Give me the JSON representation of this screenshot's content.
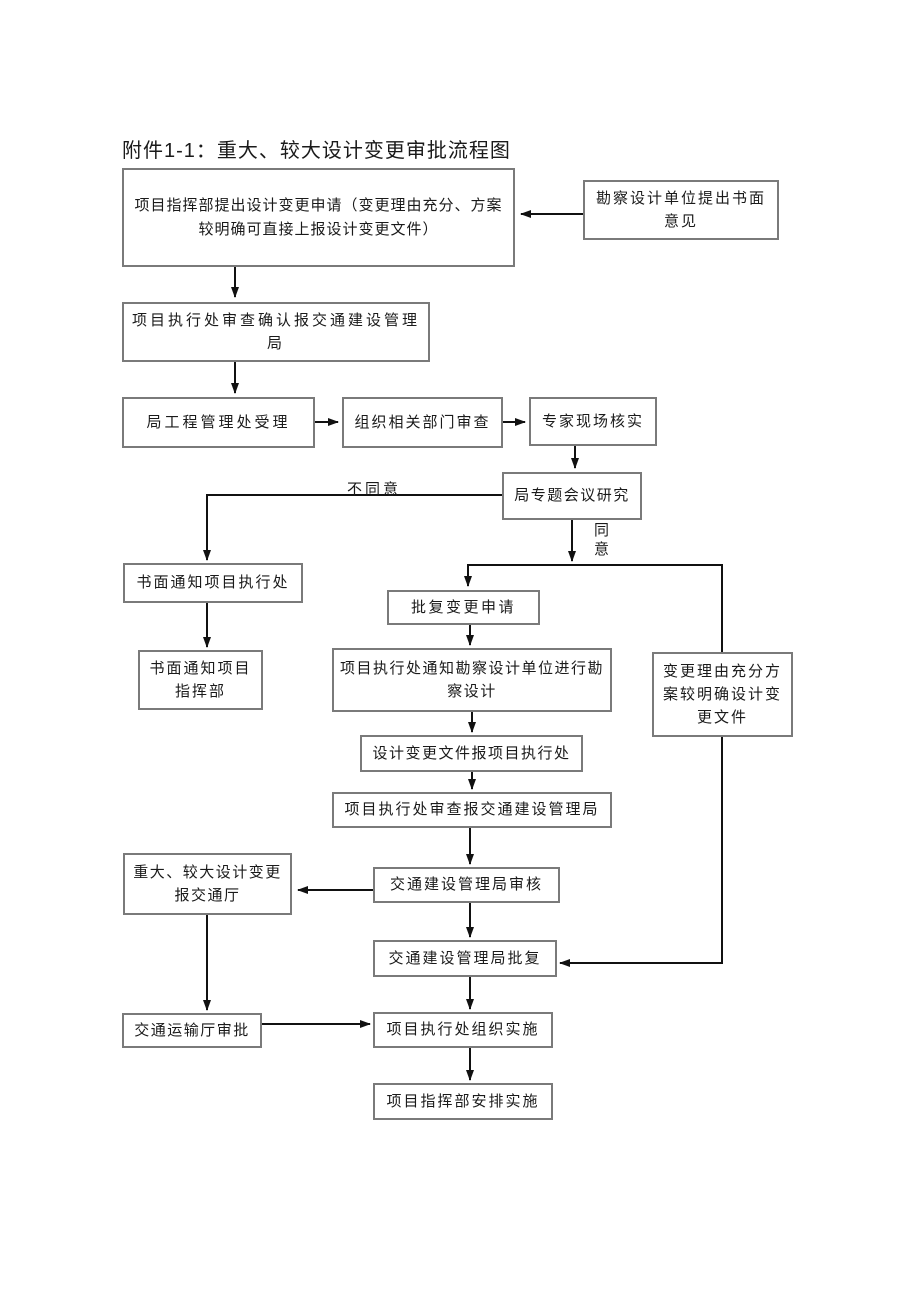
{
  "title": "附件1-1：重大、较大设计变更审批流程图",
  "nodes": {
    "apply": "项目指挥部提出设计变更申请（变更理由充分、方案较明确可直接上报设计变更文件）",
    "survey_opinion": "勘察设计单位提出书面意见",
    "exec_confirm": "项目执行处审查确认报交通建设管理局",
    "bureau_accept": "局工程管理处受理",
    "org_review": "组织相关部门审查",
    "expert_verify": "专家现场核实",
    "meeting": "局专题会议研究",
    "notify_exec": "书面通知项目执行处",
    "notify_hq": "书面通知项目指挥部",
    "approve_request": "批复变更申请",
    "notify_survey": "项目执行处通知勘察设计单位进行勘察设计",
    "reason_file": "变更理由充分方案较明确设计变更文件",
    "file_to_exec": "设计变更文件报项目执行处",
    "exec_review": "项目执行处审查报交通建设管理局",
    "bureau_review": "交通建设管理局审核",
    "major_report": "重大、较大设计变更报交通厅",
    "bureau_approve": "交通建设管理局批复",
    "dept_approve": "交通运输厅审批",
    "exec_impl": "项目执行处组织实施",
    "hq_impl": "项目指挥部安排实施"
  },
  "edge_labels": {
    "disagree": "不同意",
    "agree": "同意"
  },
  "colors": {
    "box_border": "#7a7a7a",
    "line": "#111111",
    "text": "#1a1a1a",
    "background": "#ffffff"
  }
}
